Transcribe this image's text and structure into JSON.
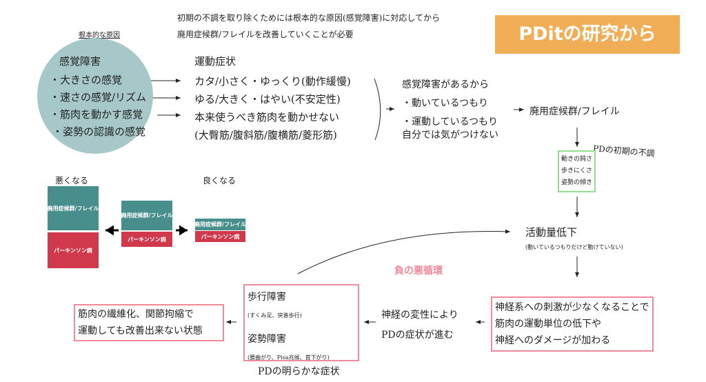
{
  "title": "PDitの研究から",
  "note": [
    "初期の不調を取り除くためには根本的な原因(感覚障害)に対応してから",
    "廃用症候群/フレイルを改善していくことが必要"
  ],
  "root_cause_label": "根本的な原因",
  "sensory": {
    "title": "感覚障害",
    "items": [
      "・大きさの感覚",
      "・速さの感覚/リズム",
      "・筋肉を動かす感覚",
      "・姿勢の認識の感覚"
    ]
  },
  "motor": {
    "title": "運動症状",
    "items": [
      "カタ/小さく・ゆっくり(動作緩慢)",
      "ゆる/大きく・はやい(不安定性)",
      "本来使うべき筋肉を動かせない",
      "(大臀筋/腹斜筋/腹横筋/菱形筋)"
    ]
  },
  "because": [
    "感覚障害があるから",
    "・動いているつもり",
    "・運動しているつもり",
    "自分では気がつけない"
  ],
  "frailty": "廃用症候群/フレイル",
  "early": {
    "label": "PDの初期の不調",
    "items": [
      "動きの鈍さ",
      "歩きにくさ",
      "姿勢の傾き"
    ]
  },
  "activity": {
    "title": "活動量低下",
    "sub": "(動いているつもりだけど動けていない)"
  },
  "nerve_box": [
    "神経系への刺激が少なくなることで",
    "筋肉の運動単位の低下や",
    "神経へのダメージが加わる"
  ],
  "cycle_label": "負の悪循環",
  "progress": [
    "神経の変性により",
    "PDの症状が進む"
  ],
  "obvious": {
    "items": [
      {
        "title": "歩行障害",
        "sub": "(すくみ足、突進歩行)"
      },
      {
        "title": "姿勢障害",
        "sub": "(腰曲がり、Pisa兆候、首下がり)"
      }
    ],
    "label": "PDの明らかな症状"
  },
  "final": [
    "筋肉の繊維化、関節拘縮で",
    "運動しても改善出来ない状態"
  ],
  "scale": {
    "worse": "悪くなる",
    "better": "良くなる",
    "frailty": "廃用症候群/フレイル",
    "pd": "パーキンソン病"
  },
  "colors": {
    "title_bg": "#f2ad57",
    "circle": "#a6c8c8",
    "teal": "#478e8c",
    "red": "#d0394c",
    "pink": "#f08a9a",
    "green": "#90e090"
  }
}
